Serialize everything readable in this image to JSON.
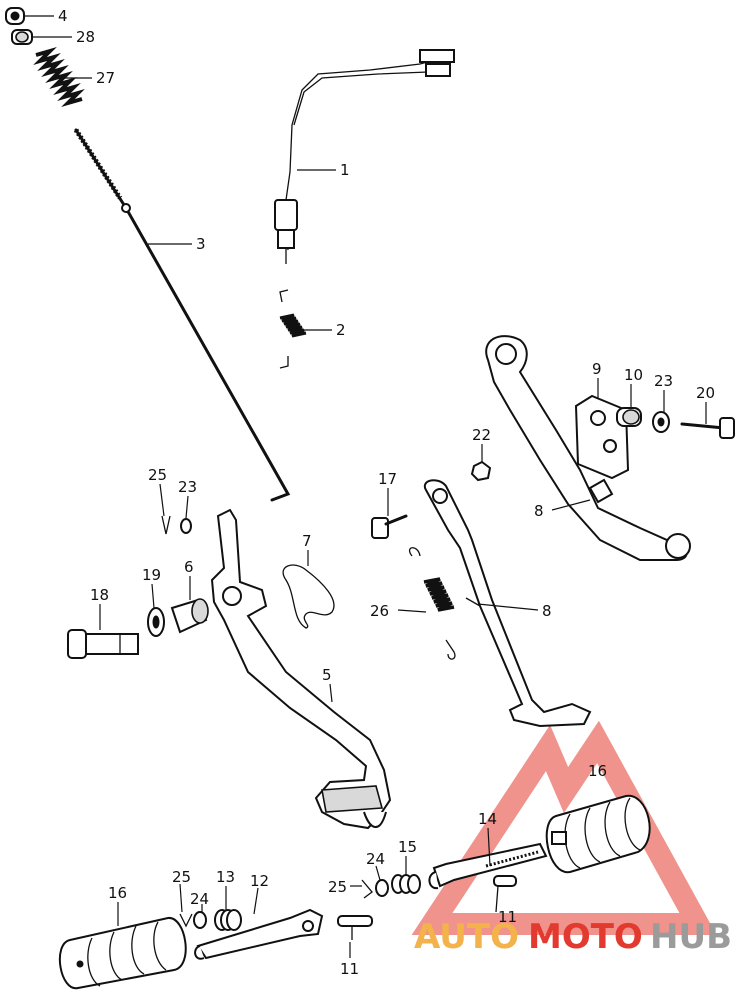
{
  "callouts": [
    "4",
    "28",
    "27",
    "3",
    "1",
    "2",
    "9",
    "10",
    "23",
    "20",
    "22",
    "8",
    "17",
    "25",
    "23",
    "7",
    "19",
    "6",
    "18",
    "26",
    "8",
    "5",
    "16",
    "14",
    "24",
    "15",
    "25",
    "11",
    "16",
    "25",
    "13",
    "12",
    "24",
    "11"
  ],
  "watermark": {
    "word1": "AUTO",
    "word2": "MOTO",
    "word3": "HUB",
    "colors": {
      "auto": "#f3b24a",
      "moto": "#e23a2e",
      "hub": "#9b9b9b"
    }
  }
}
